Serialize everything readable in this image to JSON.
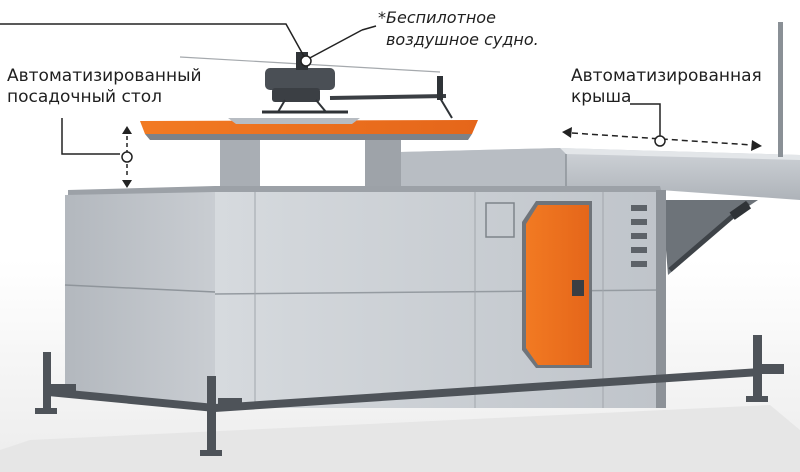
{
  "labels": {
    "uav_line1": "*Беспилотное",
    "uav_line2": "воздушное судно.",
    "table_line1": "Автоматизированный",
    "table_line2": "посадочный стол",
    "roof_line1": "Автоматизированная",
    "roof_line2": "крыша"
  },
  "colors": {
    "accent_orange": "#f0731f",
    "container_gray": "#c8ccd2",
    "frame_dark": "#555a60",
    "callout_line": "#222222"
  },
  "icons": [
    "drone-icon",
    "vertical-arrow-icon",
    "horizontal-arrow-icon"
  ]
}
